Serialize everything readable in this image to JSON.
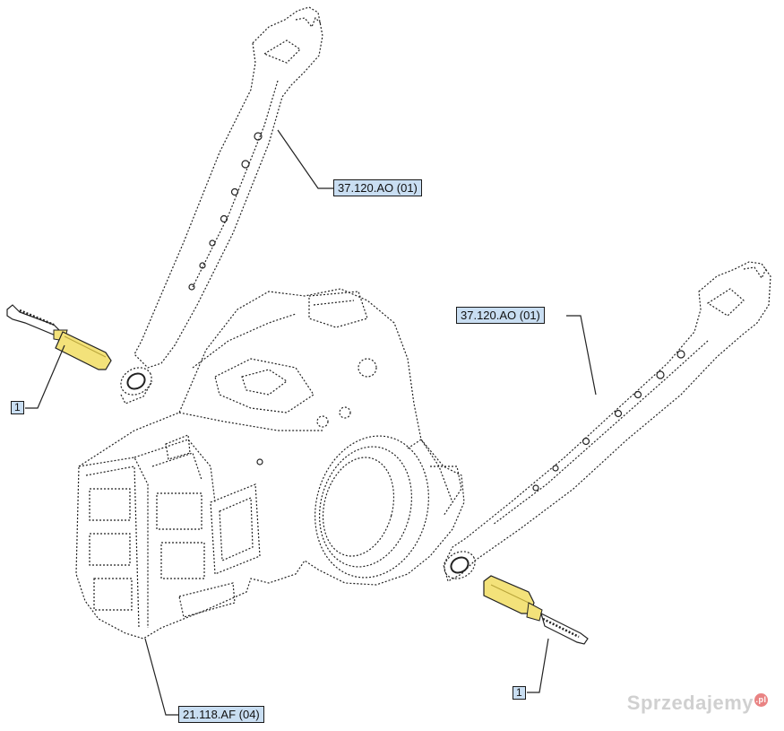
{
  "callouts": {
    "upper_link": "37.120.AO (01)",
    "right_link": "37.120.AO (01)",
    "housing": "21.118.AF (04)",
    "left_pin": "1",
    "right_pin": "1"
  },
  "watermark": {
    "text": "Sprzedajemy",
    "suffix": ".pl"
  },
  "colors": {
    "line": "#222222",
    "pin_fill": "#f3e27a",
    "callout_bg": "#c9def2"
  }
}
